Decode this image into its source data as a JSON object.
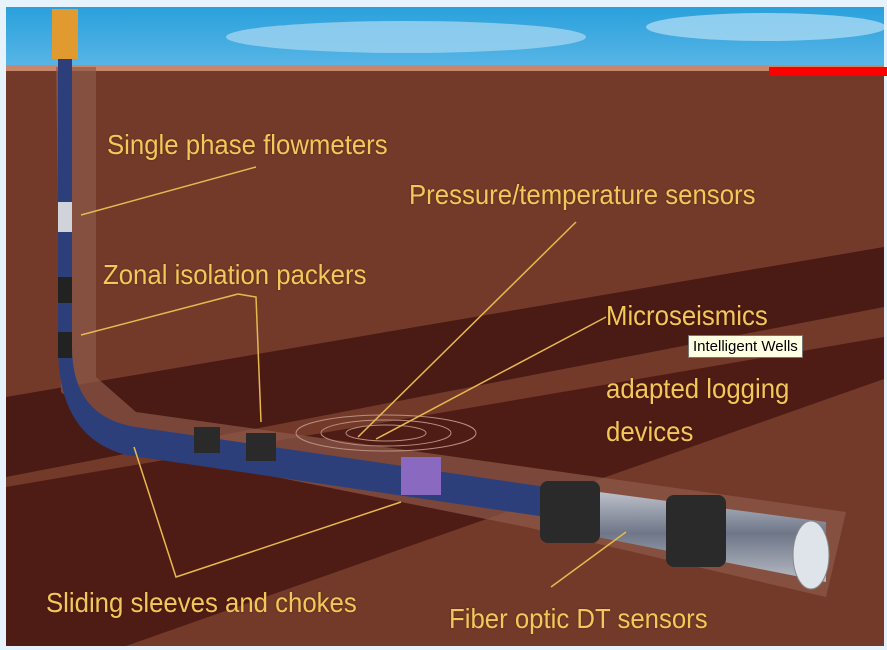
{
  "diagram": {
    "labels": {
      "flowmeters": "Single phase flowmeters",
      "pt_sensors": "Pressure/temperature sensors",
      "packers": "Zonal isolation packers",
      "microseismics": "Microseismics",
      "logging_line1": "adapted logging",
      "logging_line2": "devices",
      "sleeves": "Sliding sleeves and chokes",
      "fiber": "Fiber optic DT sensors"
    },
    "colors": {
      "sky": "#1e9ad6",
      "ground": "#733a2a",
      "strata": "#4a1a14",
      "text": "#f2c85a"
    }
  },
  "tooltip": {
    "text": "Intelligent Wells"
  }
}
